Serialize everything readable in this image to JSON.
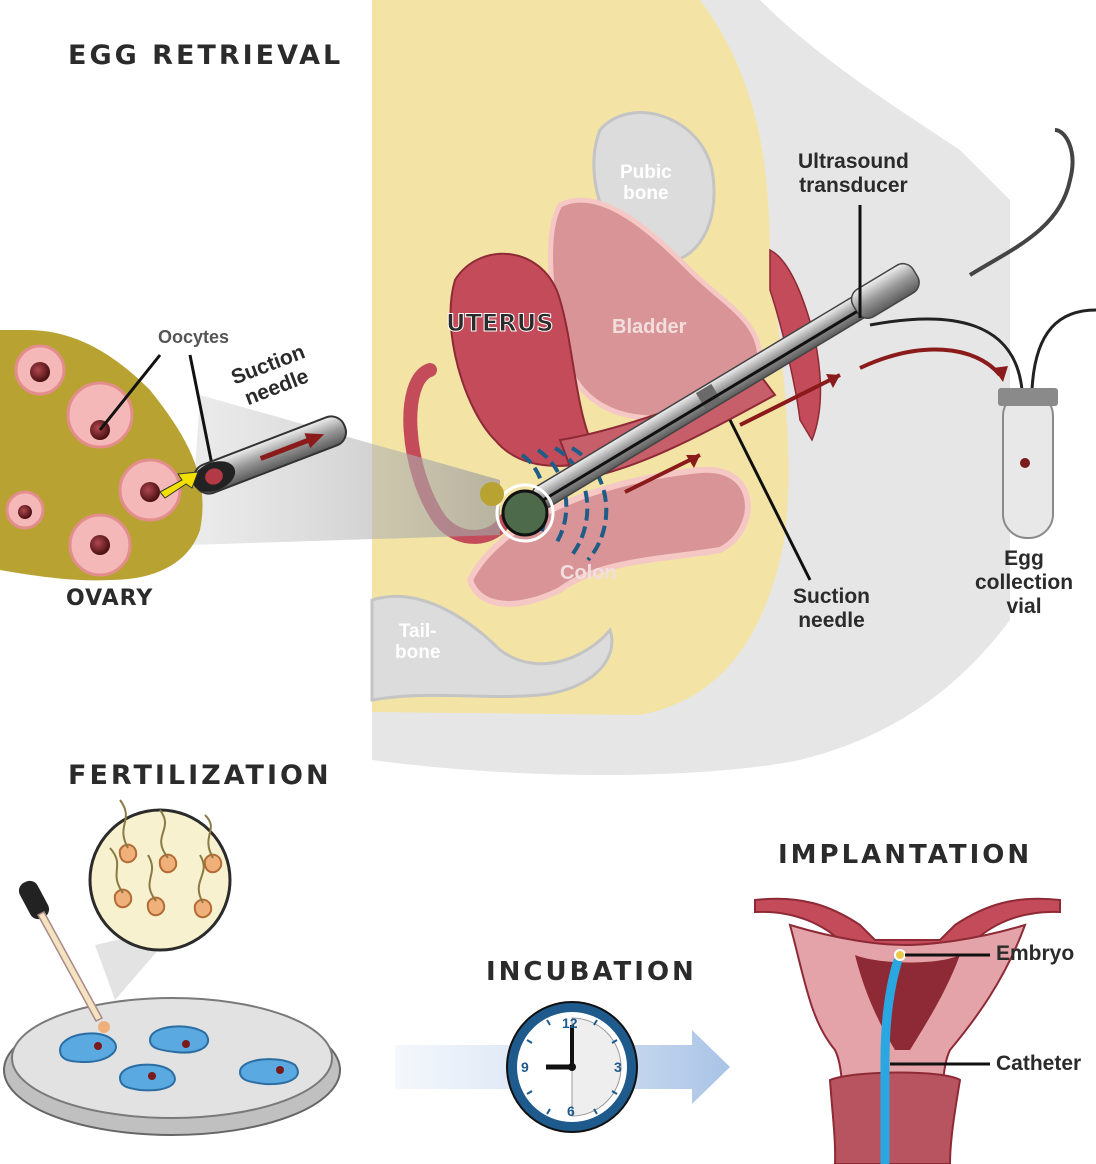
{
  "headings": {
    "egg_retrieval": "EGG RETRIEVAL",
    "fertilization": "FERTILIZATION",
    "incubation": "INCUBATION",
    "implantation": "IMPLANTATION"
  },
  "labels": {
    "oocytes": "Oocytes",
    "suction_needle_inset": [
      "Suction",
      "needle"
    ],
    "ovary": "OVARY",
    "uterus": "UTERUS",
    "pubic_bone": [
      "Pubic",
      "bone"
    ],
    "bladder": "Bladder",
    "colon": "Colon",
    "tailbone": [
      "Tail-",
      "bone"
    ],
    "ultrasound_transducer": [
      "Ultrasound",
      "transducer"
    ],
    "suction_needle": [
      "Suction",
      "needle"
    ],
    "egg_collection_vial": [
      "Egg",
      "collection",
      "vial"
    ],
    "embryo": "Embryo",
    "catheter": "Catheter"
  },
  "clock": {
    "numerals": [
      "12",
      "3",
      "6",
      "9"
    ]
  },
  "colors": {
    "fat": "#f3e4a6",
    "uterus": "#c44b5a",
    "bladder": "#d89497",
    "bone": "#dcdcdc",
    "ovary": "#b8a332",
    "arrow": "#8b1a1a",
    "ultrasound_wave": "#1f5d87",
    "clock_ring": "#1e5a8c",
    "catheter": "#2aa7e0",
    "cell": "#5aa9e0"
  }
}
